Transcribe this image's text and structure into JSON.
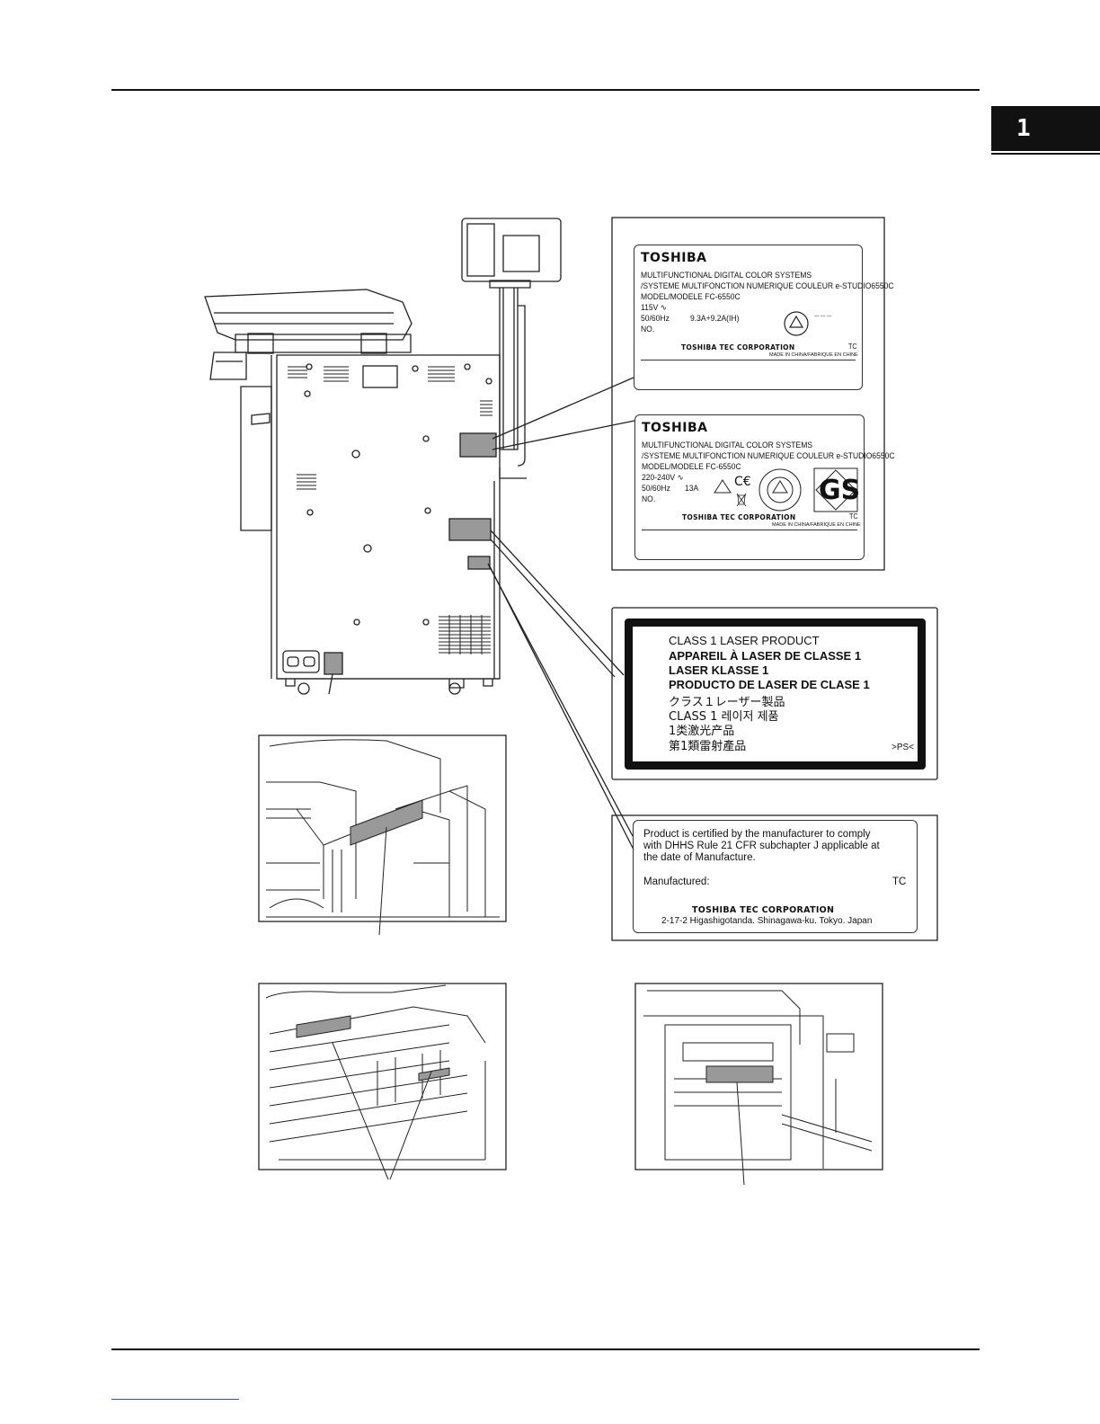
{
  "chapter": {
    "number": "1"
  },
  "label_115v": {
    "brand": "TOSHIBA",
    "line1": "MULTIFUNCTIONAL DIGITAL COLOR SYSTEMS",
    "line2": "/SYSTEME MULTIFONCTION NUMERIQUE COULEUR e-STUDIO6550C",
    "line3": "MODEL/MODELE FC-6550C",
    "voltage": "115V",
    "frequency": "50/60Hz",
    "current": "9.3A+9.2A(IH)",
    "no_label": "NO.",
    "corporation": "TOSHIBA TEC CORPORATION",
    "code": "TC",
    "made_in": "MADE IN CHINA/FABRIQUE EN CHINE"
  },
  "label_220v": {
    "brand": "TOSHIBA",
    "line1": "MULTIFUNCTIONAL DIGITAL COLOR SYSTEMS",
    "line2": "/SYSTEME MULTIFONCTION NUMERIQUE COULEUR e-STUDIO6550C",
    "line3": "MODEL/MODELE FC-6550C",
    "voltage": "220-240V",
    "frequency": "50/60Hz",
    "current": "13A",
    "no_label": "NO.",
    "corporation": "TOSHIBA TEC CORPORATION",
    "code": "TC",
    "made_in": "MADE IN CHINA/FABRIQUE EN CHINE",
    "gs_mark": "GS"
  },
  "laser_label": {
    "lines": [
      "CLASS 1 LASER PRODUCT",
      "APPAREIL À LASER DE CLASSE 1",
      "LASER KLASSE 1",
      "PRODUCTO DE LASER DE CLASE 1",
      "クラス１レーザー製品",
      "CLASS 1 레이저 제품",
      "1类激光产品",
      "第1類雷射產品"
    ],
    "code": ">PS<"
  },
  "cert_label": {
    "line1": "Product is certified by the manufacturer to comply",
    "line2": "with DHHS Rule 21 CFR subchapter J applicable at",
    "line3": "the date of Manufacture.",
    "manufactured": "Manufactured:",
    "code": "TC",
    "corporation": "TOSHIBA TEC CORPORATION",
    "address": "2-17-2 Higashigotanda. Shinagawa-ku. Tokyo. Japan"
  }
}
